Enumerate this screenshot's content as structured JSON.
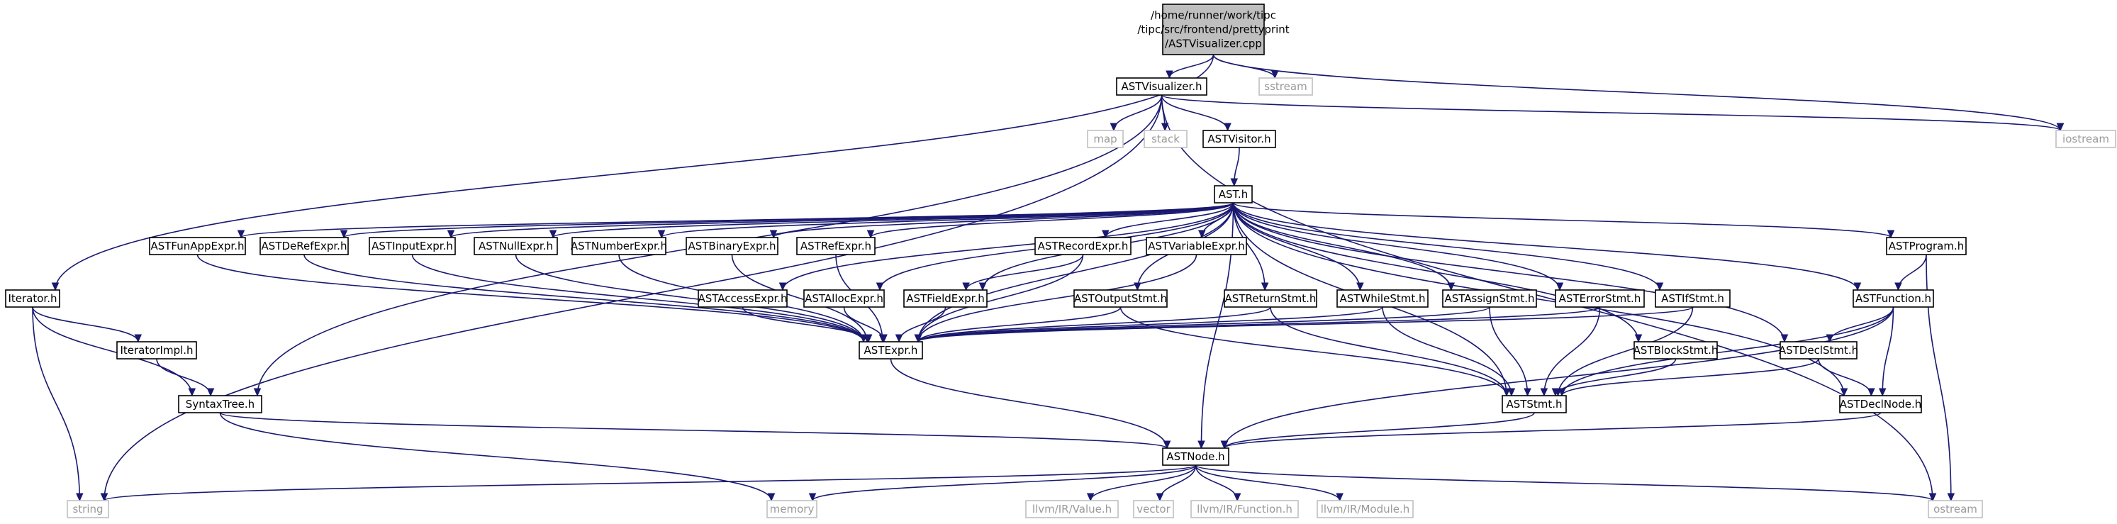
{
  "graph": {
    "nodes": [
      {
        "id": "root",
        "kind": "root",
        "lines": [
          "/home/runner/work/tipc",
          "/tipc/src/frontend/prettyprint",
          "/ASTVisualizer.cpp"
        ]
      },
      {
        "id": "sstream",
        "kind": "ext",
        "lines": [
          "sstream"
        ]
      },
      {
        "id": "astvisualizer",
        "kind": "doc",
        "lines": [
          "ASTVisualizer.h"
        ]
      },
      {
        "id": "iostream",
        "kind": "ext",
        "lines": [
          "iostream"
        ]
      },
      {
        "id": "map",
        "kind": "ext",
        "lines": [
          "map"
        ]
      },
      {
        "id": "stack",
        "kind": "ext",
        "lines": [
          "stack"
        ]
      },
      {
        "id": "astvisitor",
        "kind": "doc",
        "lines": [
          "ASTVisitor.h"
        ]
      },
      {
        "id": "ast",
        "kind": "doc",
        "lines": [
          "AST.h"
        ]
      },
      {
        "id": "iterator",
        "kind": "doc",
        "lines": [
          "Iterator.h"
        ]
      },
      {
        "id": "iteratorimpl",
        "kind": "doc",
        "lines": [
          "IteratorImpl.h"
        ]
      },
      {
        "id": "syntaxtree",
        "kind": "doc",
        "lines": [
          "SyntaxTree.h"
        ]
      },
      {
        "id": "funapp",
        "kind": "doc",
        "lines": [
          "ASTFunAppExpr.h"
        ]
      },
      {
        "id": "deref",
        "kind": "doc",
        "lines": [
          "ASTDeRefExpr.h"
        ]
      },
      {
        "id": "input",
        "kind": "doc",
        "lines": [
          "ASTInputExpr.h"
        ]
      },
      {
        "id": "null",
        "kind": "doc",
        "lines": [
          "ASTNullExpr.h"
        ]
      },
      {
        "id": "number",
        "kind": "doc",
        "lines": [
          "ASTNumberExpr.h"
        ]
      },
      {
        "id": "binary",
        "kind": "doc",
        "lines": [
          "ASTBinaryExpr.h"
        ]
      },
      {
        "id": "ref",
        "kind": "doc",
        "lines": [
          "ASTRefExpr.h"
        ]
      },
      {
        "id": "record",
        "kind": "doc",
        "lines": [
          "ASTRecordExpr.h"
        ]
      },
      {
        "id": "variable",
        "kind": "doc",
        "lines": [
          "ASTVariableExpr.h"
        ]
      },
      {
        "id": "program",
        "kind": "doc",
        "lines": [
          "ASTProgram.h"
        ]
      },
      {
        "id": "access",
        "kind": "doc",
        "lines": [
          "ASTAccessExpr.h"
        ]
      },
      {
        "id": "alloc",
        "kind": "doc",
        "lines": [
          "ASTAllocExpr.h"
        ]
      },
      {
        "id": "field",
        "kind": "doc",
        "lines": [
          "ASTFieldExpr.h"
        ]
      },
      {
        "id": "output",
        "kind": "doc",
        "lines": [
          "ASTOutputStmt.h"
        ]
      },
      {
        "id": "return",
        "kind": "doc",
        "lines": [
          "ASTReturnStmt.h"
        ]
      },
      {
        "id": "while",
        "kind": "doc",
        "lines": [
          "ASTWhileStmt.h"
        ]
      },
      {
        "id": "assign",
        "kind": "doc",
        "lines": [
          "ASTAssignStmt.h"
        ]
      },
      {
        "id": "error",
        "kind": "doc",
        "lines": [
          "ASTErrorStmt.h"
        ]
      },
      {
        "id": "ifstmt",
        "kind": "doc",
        "lines": [
          "ASTIfStmt.h"
        ]
      },
      {
        "id": "function",
        "kind": "doc",
        "lines": [
          "ASTFunction.h"
        ]
      },
      {
        "id": "expr",
        "kind": "doc",
        "lines": [
          "ASTExpr.h"
        ]
      },
      {
        "id": "block",
        "kind": "doc",
        "lines": [
          "ASTBlockStmt.h"
        ]
      },
      {
        "id": "declstmt",
        "kind": "doc",
        "lines": [
          "ASTDeclStmt.h"
        ]
      },
      {
        "id": "stmt",
        "kind": "doc",
        "lines": [
          "ASTStmt.h"
        ]
      },
      {
        "id": "declnode",
        "kind": "doc",
        "lines": [
          "ASTDeclNode.h"
        ]
      },
      {
        "id": "node",
        "kind": "doc",
        "lines": [
          "ASTNode.h"
        ]
      },
      {
        "id": "string",
        "kind": "ext",
        "lines": [
          "string"
        ]
      },
      {
        "id": "memory",
        "kind": "ext",
        "lines": [
          "memory"
        ]
      },
      {
        "id": "value",
        "kind": "ext",
        "lines": [
          "llvm/IR/Value.h"
        ]
      },
      {
        "id": "vector",
        "kind": "ext",
        "lines": [
          "vector"
        ]
      },
      {
        "id": "llfunction",
        "kind": "ext",
        "lines": [
          "llvm/IR/Function.h"
        ]
      },
      {
        "id": "module",
        "kind": "ext",
        "lines": [
          "llvm/IR/Module.h"
        ]
      },
      {
        "id": "ostream",
        "kind": "ext",
        "lines": [
          "ostream"
        ]
      }
    ],
    "edges": [
      [
        "root",
        "iterator"
      ],
      [
        "root",
        "astvisualizer"
      ],
      [
        "root",
        "sstream"
      ],
      [
        "root",
        "iostream"
      ],
      [
        "astvisualizer",
        "iostream"
      ],
      [
        "astvisualizer",
        "map"
      ],
      [
        "astvisualizer",
        "stack"
      ],
      [
        "astvisualizer",
        "astvisitor"
      ],
      [
        "astvisualizer",
        "string"
      ],
      [
        "astvisualizer",
        "syntaxtree"
      ],
      [
        "astvisualizer",
        "ostream"
      ],
      [
        "astvisitor",
        "ast"
      ],
      [
        "iterator",
        "iteratorimpl"
      ],
      [
        "iterator",
        "syntaxtree"
      ],
      [
        "iterator",
        "string"
      ],
      [
        "iteratorimpl",
        "syntaxtree"
      ],
      [
        "syntaxtree",
        "node"
      ],
      [
        "syntaxtree",
        "memory"
      ],
      [
        "ast",
        "funapp"
      ],
      [
        "ast",
        "deref"
      ],
      [
        "ast",
        "input"
      ],
      [
        "ast",
        "null"
      ],
      [
        "ast",
        "number"
      ],
      [
        "ast",
        "binary"
      ],
      [
        "ast",
        "ref"
      ],
      [
        "ast",
        "record"
      ],
      [
        "ast",
        "variable"
      ],
      [
        "ast",
        "program"
      ],
      [
        "ast",
        "access"
      ],
      [
        "ast",
        "alloc"
      ],
      [
        "ast",
        "field"
      ],
      [
        "ast",
        "output"
      ],
      [
        "ast",
        "return"
      ],
      [
        "ast",
        "while"
      ],
      [
        "ast",
        "assign"
      ],
      [
        "ast",
        "error"
      ],
      [
        "ast",
        "ifstmt"
      ],
      [
        "ast",
        "function"
      ],
      [
        "ast",
        "block"
      ],
      [
        "ast",
        "declstmt"
      ],
      [
        "ast",
        "declnode"
      ],
      [
        "ast",
        "expr"
      ],
      [
        "ast",
        "stmt"
      ],
      [
        "ast",
        "node"
      ],
      [
        "funapp",
        "expr"
      ],
      [
        "deref",
        "expr"
      ],
      [
        "input",
        "expr"
      ],
      [
        "null",
        "expr"
      ],
      [
        "number",
        "expr"
      ],
      [
        "binary",
        "expr"
      ],
      [
        "ref",
        "expr"
      ],
      [
        "record",
        "expr"
      ],
      [
        "record",
        "field"
      ],
      [
        "variable",
        "expr"
      ],
      [
        "access",
        "expr"
      ],
      [
        "alloc",
        "expr"
      ],
      [
        "field",
        "expr"
      ],
      [
        "output",
        "expr"
      ],
      [
        "output",
        "stmt"
      ],
      [
        "return",
        "expr"
      ],
      [
        "return",
        "stmt"
      ],
      [
        "while",
        "expr"
      ],
      [
        "while",
        "stmt"
      ],
      [
        "assign",
        "expr"
      ],
      [
        "assign",
        "stmt"
      ],
      [
        "error",
        "expr"
      ],
      [
        "error",
        "stmt"
      ],
      [
        "ifstmt",
        "expr"
      ],
      [
        "ifstmt",
        "stmt"
      ],
      [
        "program",
        "function"
      ],
      [
        "program",
        "ostream"
      ],
      [
        "function",
        "declstmt"
      ],
      [
        "function",
        "declnode"
      ],
      [
        "function",
        "stmt"
      ],
      [
        "function",
        "node"
      ],
      [
        "block",
        "stmt"
      ],
      [
        "declstmt",
        "stmt"
      ],
      [
        "declstmt",
        "declnode"
      ],
      [
        "expr",
        "node"
      ],
      [
        "stmt",
        "node"
      ],
      [
        "declnode",
        "node"
      ],
      [
        "node",
        "string"
      ],
      [
        "node",
        "memory"
      ],
      [
        "node",
        "value"
      ],
      [
        "node",
        "vector"
      ],
      [
        "node",
        "llfunction"
      ],
      [
        "node",
        "module"
      ],
      [
        "node",
        "ostream"
      ]
    ]
  }
}
